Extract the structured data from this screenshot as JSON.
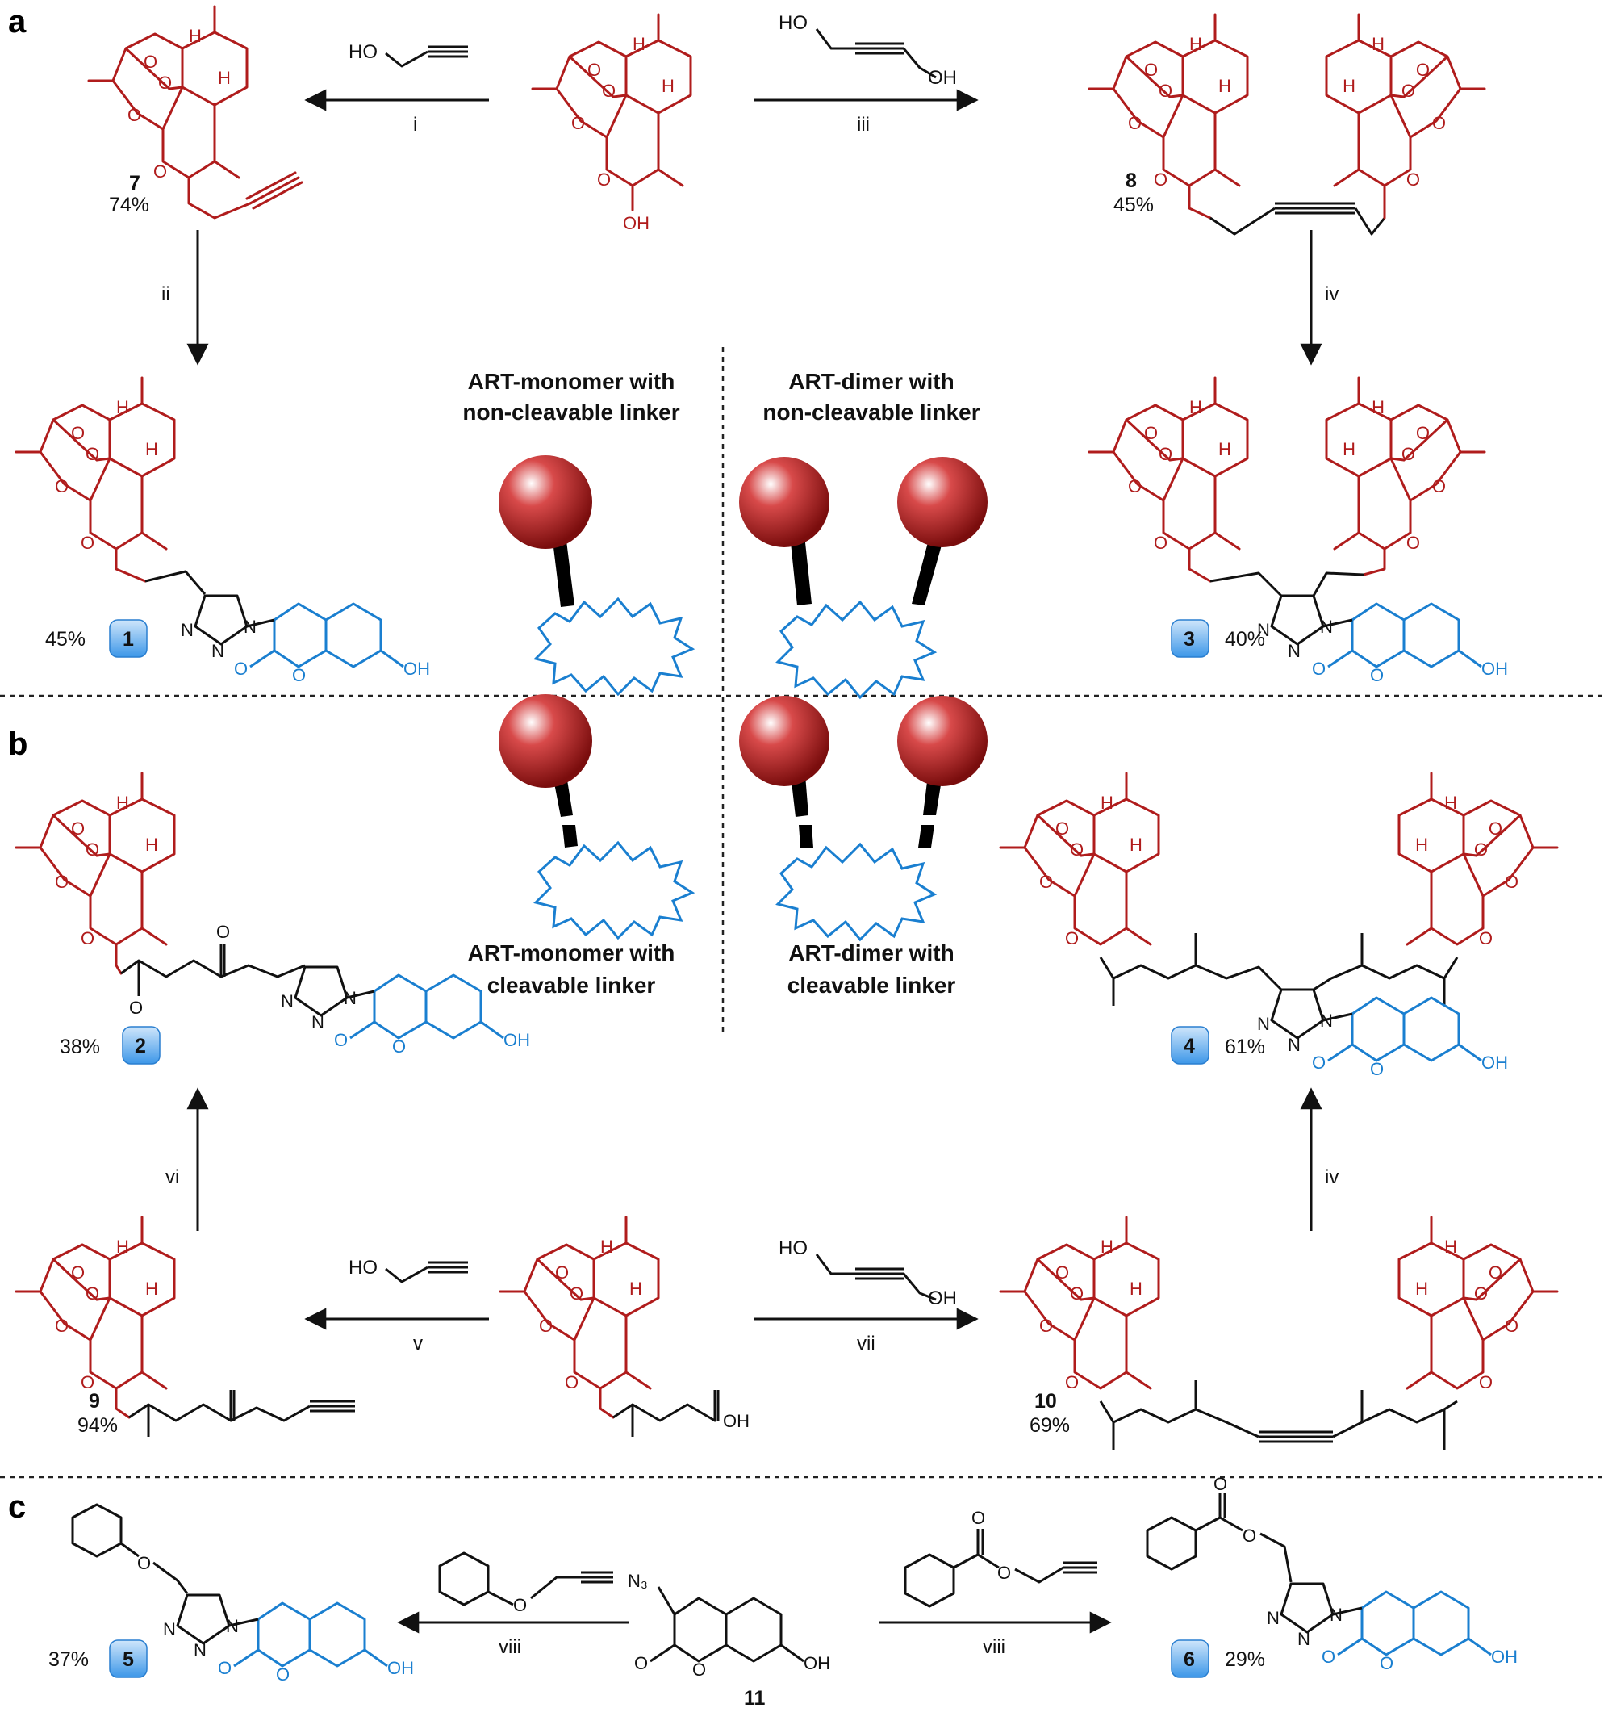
{
  "panels": {
    "a": "a",
    "b": "b",
    "c": "c"
  },
  "compounds": {
    "c7": {
      "label": "7",
      "yield": "74%"
    },
    "c8": {
      "label": "8",
      "yield": "45%"
    },
    "c1": {
      "label": "1",
      "yield": "45%"
    },
    "c3": {
      "label": "3",
      "yield": "40%"
    },
    "c2": {
      "label": "2",
      "yield": "38%"
    },
    "c4": {
      "label": "4",
      "yield": "61%"
    },
    "c9": {
      "label": "9",
      "yield": "94%"
    },
    "c10": {
      "label": "10",
      "yield": "69%"
    },
    "c5": {
      "label": "5",
      "yield": "37%"
    },
    "c6": {
      "label": "6",
      "yield": "29%"
    },
    "c11": {
      "label": "11"
    }
  },
  "steps": {
    "i": "i",
    "ii": "ii",
    "iii": "iii",
    "iv": "iv",
    "v": "v",
    "vi": "vi",
    "vii": "vii",
    "viii": "viii"
  },
  "captions": {
    "monomer_noncleavable": [
      "ART-monomer with",
      "non-cleavable linker"
    ],
    "dimer_noncleavable": [
      "ART-dimer with",
      "non-cleavable linker"
    ],
    "monomer_cleavable": [
      "ART-monomer with",
      "cleavable linker"
    ],
    "dimer_cleavable": [
      "ART-dimer with",
      "cleavable linker"
    ]
  },
  "atoms": {
    "O": "O",
    "N": "N",
    "H": "H",
    "OH": "OH",
    "HO": "HO",
    "N3": "N₃"
  },
  "colors": {
    "artemisinin": "#b01c1c",
    "coumarin": "#1a7fd0",
    "linker": "#111111",
    "badge": "#4aa3f0"
  }
}
